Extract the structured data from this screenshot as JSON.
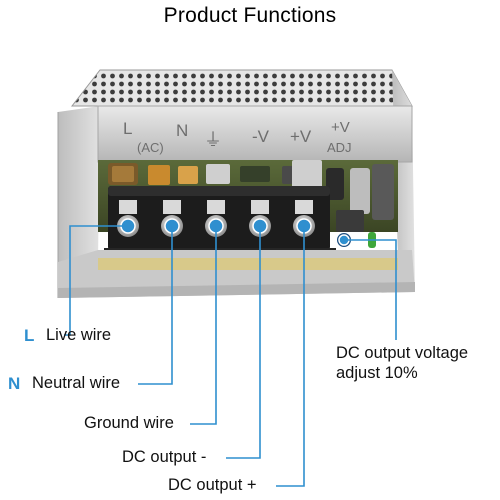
{
  "title": "Product Functions",
  "accent_color": "#2f8fcf",
  "marking": {
    "l": "L",
    "ac": "(AC)",
    "n": "N",
    "ground_symbol": "⏚",
    "neg_v": "-V",
    "pos_v": "+V",
    "plus_v": "+V",
    "adj": "ADJ"
  },
  "labels": {
    "live_letter": "L",
    "live": "Live wire",
    "neutral_letter": "N",
    "neutral": "Neutral wire",
    "ground": "Ground wire",
    "dc_minus": "DC output -",
    "dc_plus": "DC output +",
    "adjust_line1": "DC output voltage",
    "adjust_line2": "adjust 10%"
  }
}
